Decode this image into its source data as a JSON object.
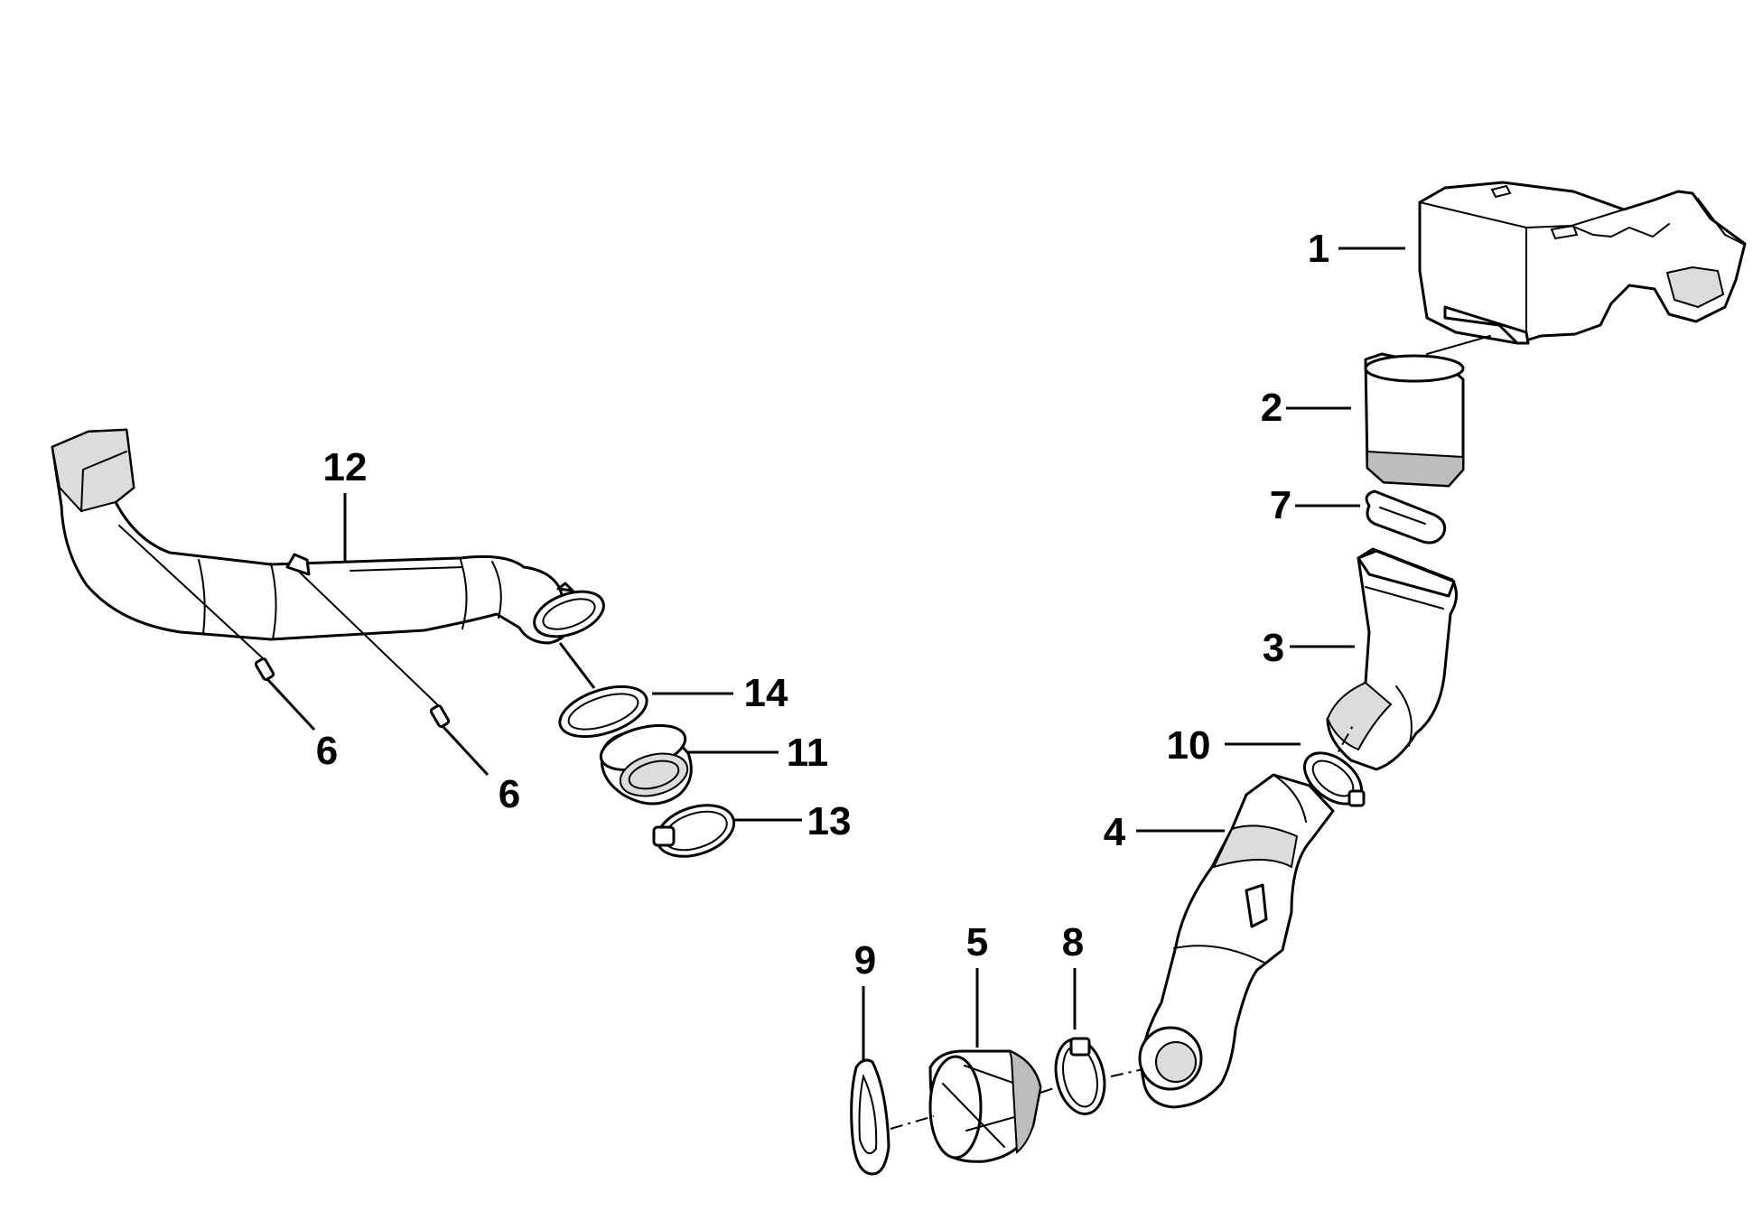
{
  "callouts": {
    "c1": "1",
    "c2": "2",
    "c3": "3",
    "c4": "4",
    "c5": "5",
    "c6a": "6",
    "c6b": "6",
    "c7": "7",
    "c8": "8",
    "c9": "9",
    "c10": "10",
    "c11": "11",
    "c12": "12",
    "c13": "13",
    "c14": "14"
  },
  "colors": {
    "line": "#000000",
    "background": "#ffffff",
    "shading": "#bdbdbd"
  }
}
